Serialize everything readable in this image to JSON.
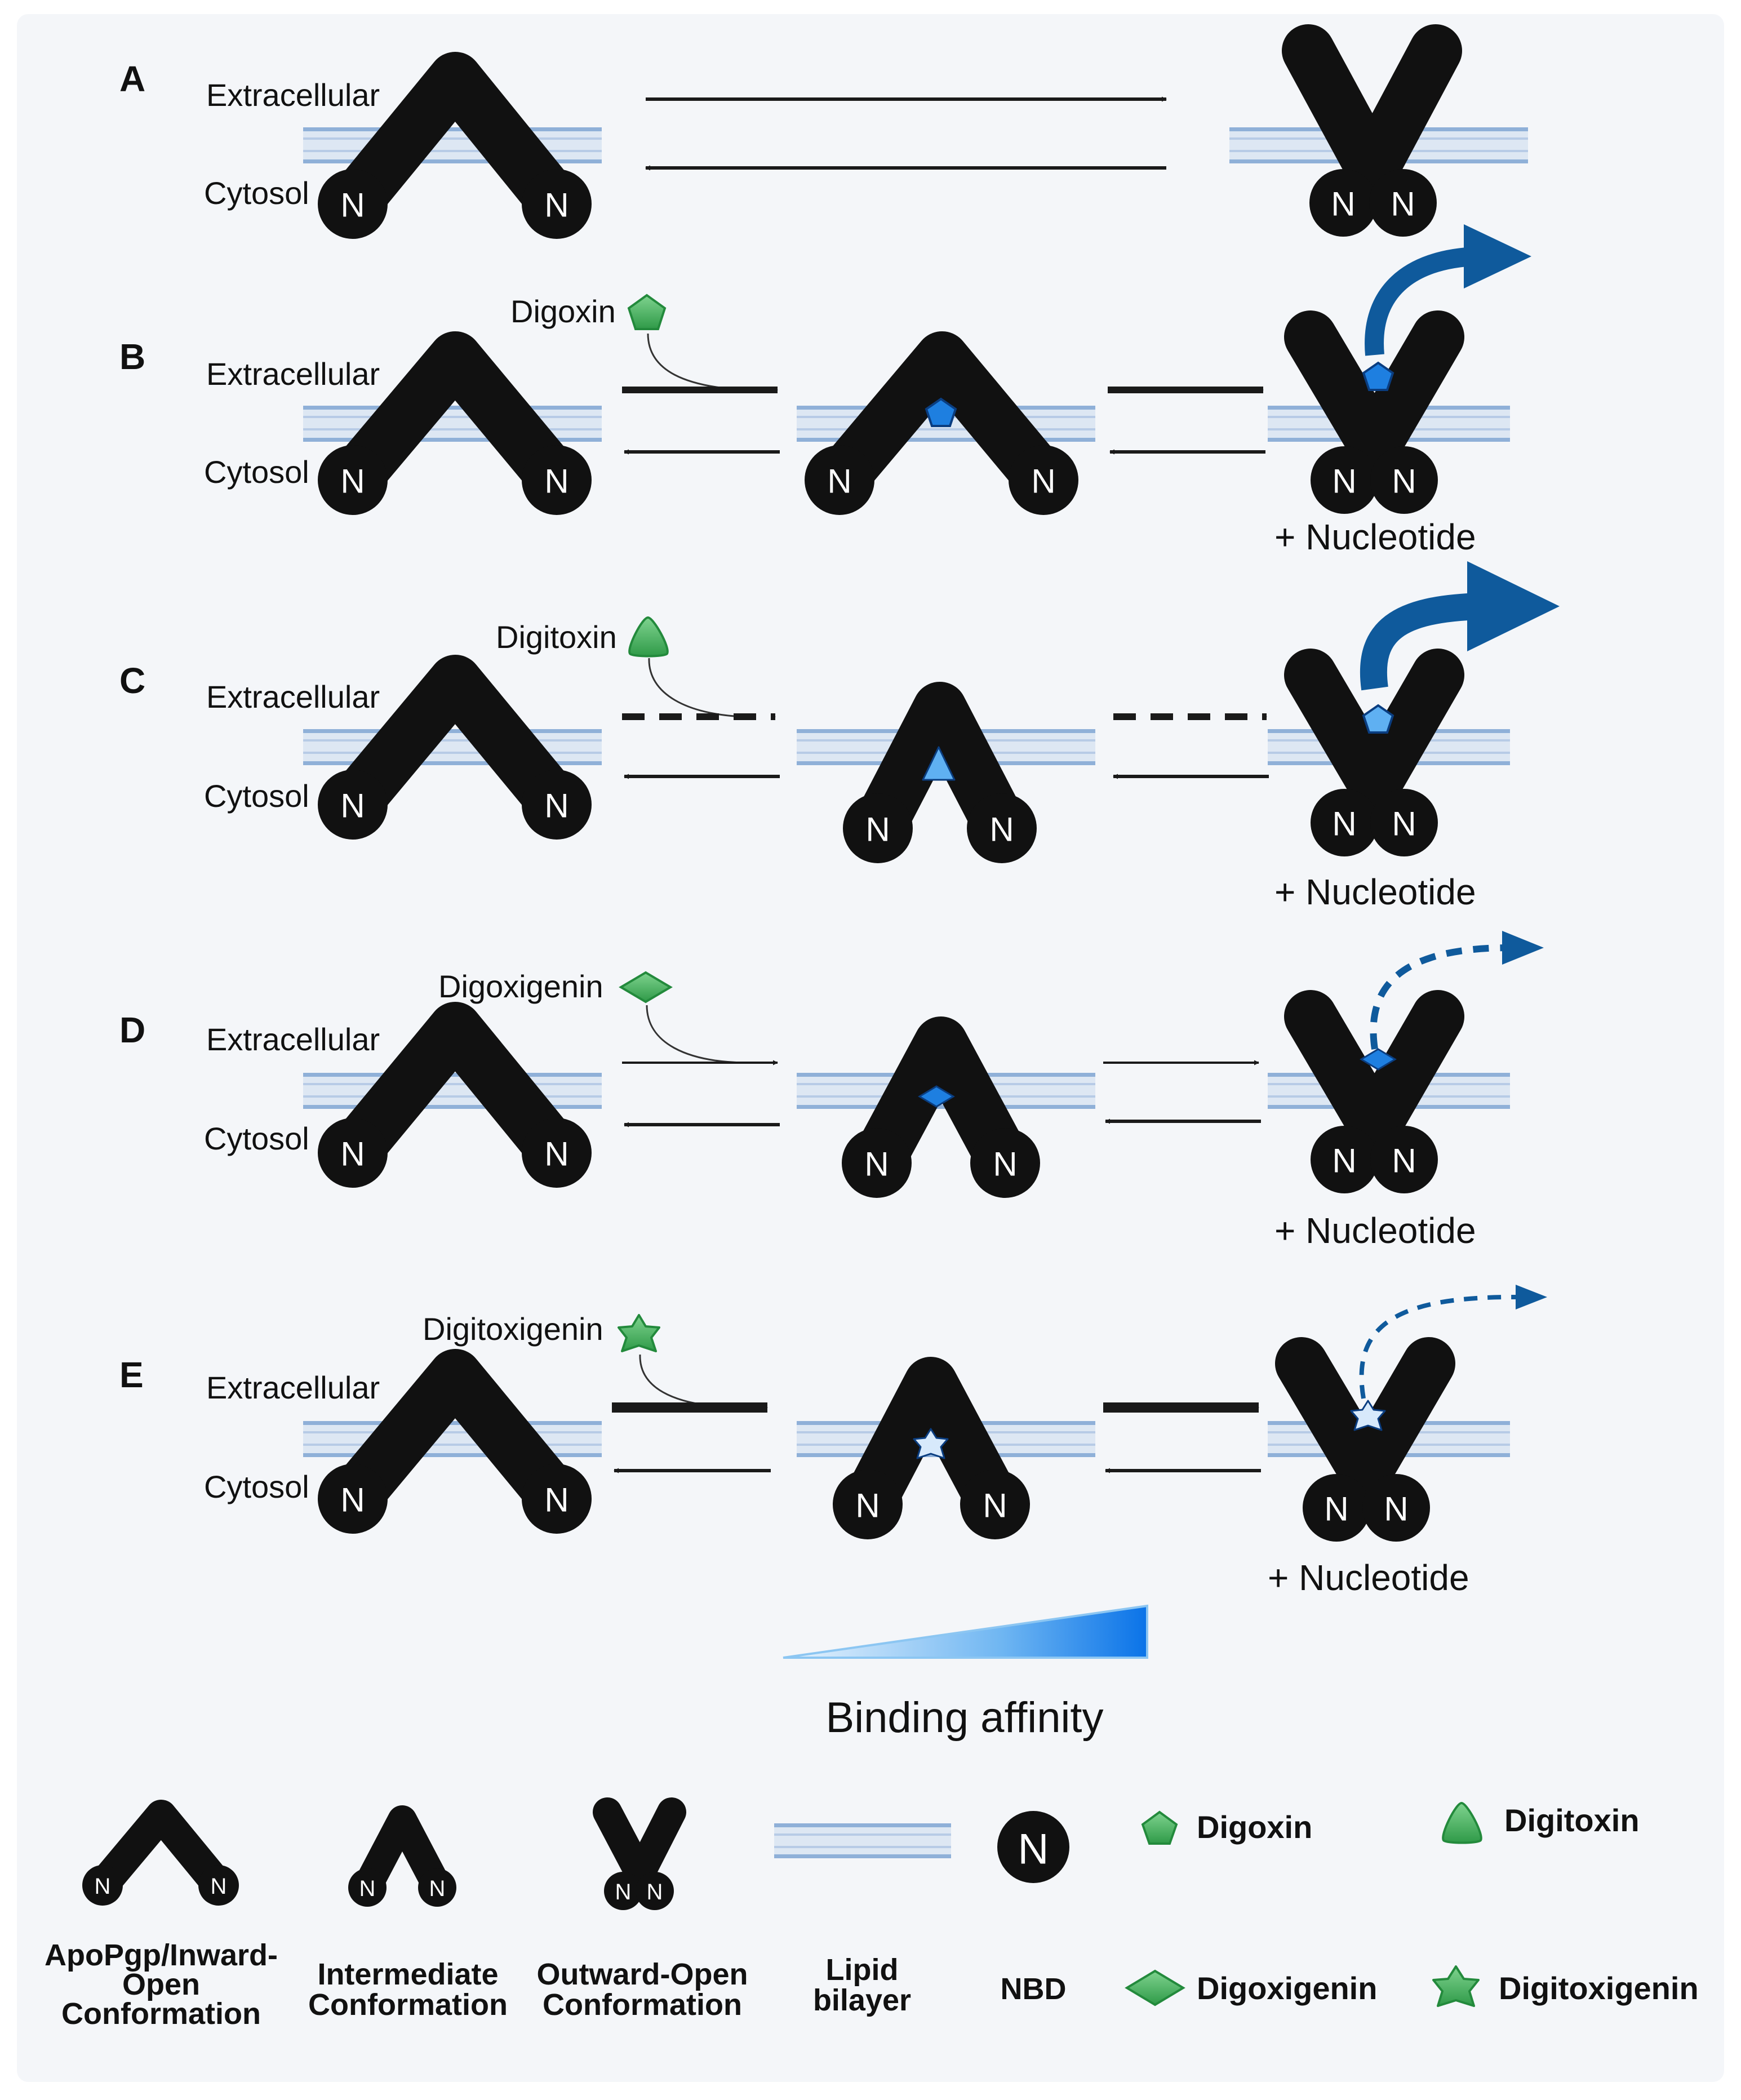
{
  "rows": [
    {
      "id": "A",
      "letter": "A",
      "extracellular": "Extracellular",
      "cytosol": "Cytosol",
      "nbd": "N"
    },
    {
      "id": "B",
      "letter": "B",
      "extracellular": "Extracellular",
      "cytosol": "Cytosol",
      "nbd": "N",
      "ligand": "Digoxin",
      "nucleotide": "+ Nucleotide"
    },
    {
      "id": "C",
      "letter": "C",
      "extracellular": "Extracellular",
      "cytosol": "Cytosol",
      "nbd": "N",
      "ligand": "Digitoxin",
      "nucleotide": "+ Nucleotide"
    },
    {
      "id": "D",
      "letter": "D",
      "extracellular": "Extracellular",
      "cytosol": "Cytosol",
      "nbd": "N",
      "ligand": "Digoxigenin",
      "nucleotide": "+ Nucleotide"
    },
    {
      "id": "E",
      "letter": "E",
      "extracellular": "Extracellular",
      "cytosol": "Cytosol",
      "nbd": "N",
      "ligand": "Digitoxigenin",
      "nucleotide": "+ Nucleotide"
    }
  ],
  "affinity": {
    "label": "Binding affinity"
  },
  "legend": {
    "inward_l1": "ApoPgp/Inward-",
    "inward_l2": "Open",
    "inward_l3": "Conformation",
    "inter_l1": "Intermediate",
    "inter_l2": "Conformation",
    "outward_l1": "Outward-Open",
    "outward_l2": "Conformation",
    "lipid_l1": "Lipid",
    "lipid_l2": "bilayer",
    "nbd": "NBD",
    "nbd_symbol": "N",
    "digoxin": "Digoxin",
    "digitoxin": "Digitoxin",
    "digoxigenin": "Digoxigenin",
    "digitoxigenin": "Digitoxigenin"
  },
  "colors": {
    "protein": "#111111",
    "membrane": "#8fb0d8",
    "ligand_green": "#43b05c",
    "bound_ligand": "#1e7fe0",
    "efflux_arrow": "#0f5a9c",
    "panel_bg": "#f4f6f9"
  }
}
